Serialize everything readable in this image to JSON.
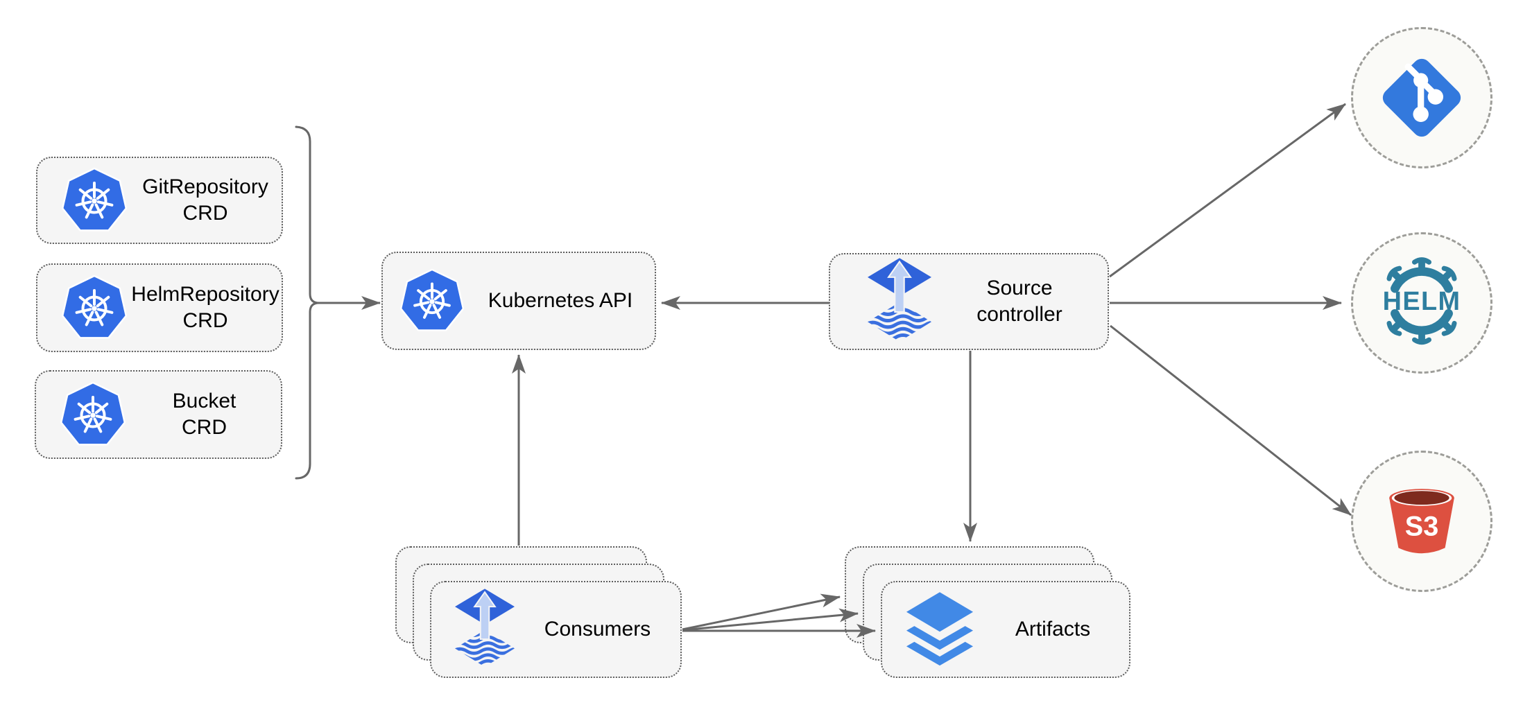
{
  "diagram": {
    "nodes": {
      "git_repository_crd": {
        "line1": "GitRepository",
        "line2": "CRD",
        "icon": "kubernetes-icon"
      },
      "helm_repository_crd": {
        "line1": "HelmRepository",
        "line2": "CRD",
        "icon": "kubernetes-icon"
      },
      "bucket_crd": {
        "line1": "Bucket",
        "line2": "CRD",
        "icon": "kubernetes-icon"
      },
      "kubernetes_api": {
        "label": "Kubernetes API",
        "icon": "kubernetes-icon"
      },
      "source_controller": {
        "line1": "Source",
        "line2": "controller",
        "icon": "flux-source-controller-icon"
      },
      "consumers": {
        "label": "Consumers",
        "icon": "flux-source-controller-icon",
        "stacked": true
      },
      "artifacts": {
        "label": "Artifacts",
        "icon": "artifact-layers-icon",
        "stacked": true
      },
      "git_source": {
        "icon": "git-icon"
      },
      "helm_source": {
        "icon": "helm-icon",
        "label": "HELM"
      },
      "s3_source": {
        "icon": "s3-bucket-icon",
        "label": "S3"
      }
    },
    "colors": {
      "kubernetes_blue": "#326ce5",
      "flux_blue": "#2f62d9",
      "flux_arrow_light": "#bdd0f4",
      "flux_wave": "#3a6fdf",
      "layers_blue": "#4189e6",
      "git_blue": "#3379dd",
      "helm_teal": "#2e7e9f",
      "s3_red": "#dd5040",
      "s3_dark_red": "#7e2a1e",
      "arrow_gray": "#676767",
      "box_fill": "#f5f5f5",
      "box_border": "#5c5c5c",
      "circle_fill": "#fafaf7",
      "circle_border": "#9d9d99",
      "label_color": "#000000"
    }
  }
}
